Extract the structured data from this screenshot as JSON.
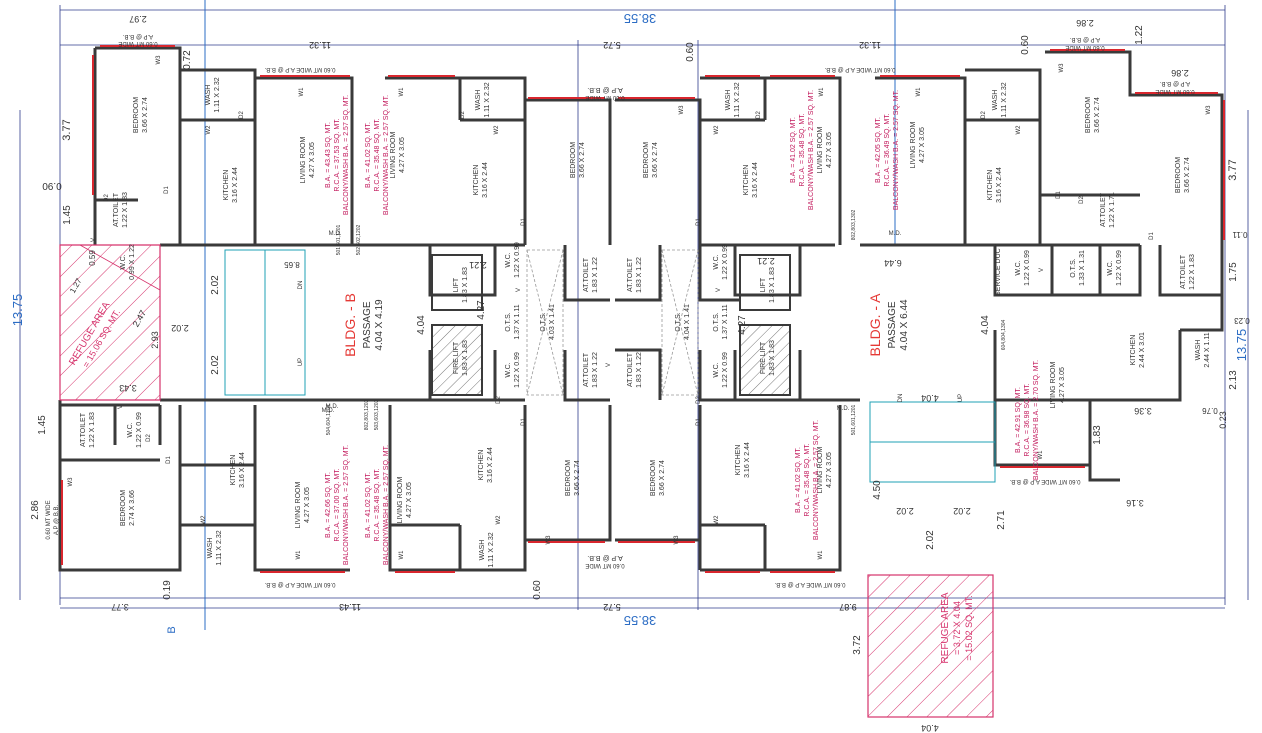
{
  "colors": {
    "wall": "#3a3a3a",
    "window_red": "#d9272e",
    "dim_line": "#2f3c8c",
    "area_magenta": "#c2185b",
    "refuge_pink": "#d6336c",
    "stair_cyan": "#1fa0b4",
    "bldg_red": "#e53935",
    "paper": "#ffffff",
    "blue_dim": "#2b6cc4"
  },
  "dimensions": {
    "overall_width": "38.55",
    "overall_depth": "13.75",
    "left_wing": "11.32",
    "right_wing": "11.32",
    "core": "5.72",
    "bottom_left": "11.43",
    "bottom_right": "9.87",
    "left_edge_top": "3.77",
    "left_edge_bottom": "3.77",
    "right_edge": "3.77",
    "top_left_balcony": "2.97",
    "top_right_balcony": "2.86",
    "right_balcony_2": "2.86",
    "gap_072": "0.72",
    "gap_060a": "0.60",
    "gap_060b": "0.60",
    "gap_060c": "0.60",
    "gap_019": "0.19",
    "gap_122": "1.22",
    "d_145a": "1.45",
    "d_145b": "1.45",
    "d_286": "2.86",
    "d_175": "1.75",
    "d_213": "2.13",
    "d_011": "0.11",
    "d_023": "0.23",
    "d_076": "0.76",
    "d_336": "3.36",
    "d_316": "3.16",
    "d_183": "1.83",
    "d_271": "2.71",
    "d_450": "4.50",
    "d_202a": "2.02",
    "d_202b": "2.02",
    "d_202c": "2.02",
    "d_202d": "2.02",
    "d_202e": "2.02",
    "d_202f": "2.02",
    "d_404a": "4.04",
    "d_404b": "4.04",
    "d_404c": "4.04",
    "d_404d": "4.04",
    "d_427a": "4.27",
    "d_427b": "4.27",
    "d_221a": "2.21",
    "d_221b": "2.21",
    "d_865": "8.65",
    "d_644": "6.44",
    "d_293": "2.93",
    "d_343": "3.43",
    "d_247": "2.47",
    "d_127": "1.27",
    "d_372": "3.72",
    "d_090": "0.90",
    "d_059": "0.59"
  },
  "rooms": {
    "bedroom_tl": {
      "name": "BEDROOM",
      "size": "3.66 X 2.74"
    },
    "bedroom_tl2": {
      "name": "BEDROOM",
      "size": "3.66 X 2.74"
    },
    "bedroom_tc": {
      "name": "BEDROOM",
      "size": "3.66 X 2.74"
    },
    "bedroom_tr1": {
      "name": "BEDROOM",
      "size": "3.66 X 2.74"
    },
    "bedroom_tr2": {
      "name": "BEDROOM",
      "size": "3.66 X 2.74"
    },
    "bedroom_bl": {
      "name": "BEDROOM",
      "size": "2.74 X 3.66"
    },
    "bedroom_bc1": {
      "name": "BEDROOM",
      "size": "3.66 X 2.74"
    },
    "bedroom_bc2": {
      "name": "BEDROOM",
      "size": "3.66 X 2.74"
    },
    "kitchen_1": {
      "name": "KITCHEN",
      "size": "3.16 X 2.44"
    },
    "kitchen_2": {
      "name": "KITCHEN",
      "size": "3.16 X 2.44"
    },
    "kitchen_3": {
      "name": "KITCHEN",
      "size": "3.16 X 2.44"
    },
    "kitchen_4": {
      "name": "KITCHEN",
      "size": "3.16 X 2.44"
    },
    "kitchen_5": {
      "name": "KITCHEN",
      "size": "3.16 X 2.44"
    },
    "kitchen_6": {
      "name": "KITCHEN",
      "size": "3.16 X 2.44"
    },
    "kitchen_7": {
      "name": "KITCHEN",
      "size": "3.16 X 2.44"
    },
    "kitchen_8": {
      "name": "KITCHEN",
      "size": "2.44 X 3.01"
    },
    "living_1": {
      "name": "LIVING ROOM",
      "size": "4.27 X 3.05"
    },
    "living_2": {
      "name": "LIVING ROOM",
      "size": "4.27 X 3.05"
    },
    "living_3": {
      "name": "LIVING ROOM",
      "size": "4.27 X 3.05"
    },
    "living_4": {
      "name": "LIVING ROOM",
      "size": "4.27 X 3.05"
    },
    "living_5": {
      "name": "LIVING ROOM",
      "size": "4.27 X 3.05"
    },
    "living_6": {
      "name": "LIVING ROOM",
      "size": "4.27 X 3.05"
    },
    "living_7": {
      "name": "LIVING ROOM",
      "size": "4.27 X 3.05"
    },
    "living_8": {
      "name": "LIVING ROOM",
      "size": "4.27 X 3.05"
    },
    "wash_1": {
      "name": "WASH",
      "size": "1.11 X 2.32"
    },
    "wash_2": {
      "name": "WASH",
      "size": "1.11 X 2.32"
    },
    "wash_3": {
      "name": "WASH",
      "size": "1.11 X 2.32"
    },
    "wash_4": {
      "name": "WASH",
      "size": "1.11 X 2.32"
    },
    "wash_5": {
      "name": "WASH",
      "size": "1.11 X 2.32"
    },
    "wash_6": {
      "name": "WASH",
      "size": "1.11 X 2.32"
    },
    "wash_7": {
      "name": "WASH",
      "size": "2.44 X 1.11"
    },
    "at_toilet_1": {
      "name": "AT.TOILET",
      "size": "1.22 X 1.83"
    },
    "at_toilet_2": {
      "name": "AT.TOILET",
      "size": "1.22 X 1.83"
    },
    "at_toilet_3": {
      "name": "AT.TOILET",
      "size": "1.83 X 1.22"
    },
    "at_toilet_4": {
      "name": "AT.TOILET",
      "size": "1.83 X 1.22"
    },
    "at_toilet_5": {
      "name": "AT.TOILET",
      "size": "1.22 X 1.71"
    },
    "at_toilet_6": {
      "name": "AT.TOILET",
      "size": "1.22 X 1.83"
    },
    "at_toilet_7": {
      "name": "AT.TOILET",
      "size": "1.83 X 1.22"
    },
    "at_toilet_8": {
      "name": "AT.TOILET",
      "size": "1.83 X 1.22"
    },
    "wc_1": {
      "name": "W.C.",
      "size": "0.99 X 1.22"
    },
    "wc_2": {
      "name": "W.C.",
      "size": "1.22 X 0.99"
    },
    "wc_3": {
      "name": "W.C.",
      "size": "1.22 X 0.99"
    },
    "wc_4": {
      "name": "W.C.",
      "size": "1.22 X 0.99"
    },
    "wc_5": {
      "name": "W.C.",
      "size": "1.22 X 0.99"
    },
    "wc_6": {
      "name": "W.C.",
      "size": "1.22 X 0.99"
    },
    "wc_7": {
      "name": "W.C.",
      "size": "1.22 X 0.99"
    },
    "wc_8": {
      "name": "W.C.",
      "size": "1.22 X 0.99"
    },
    "lift_b": {
      "name": "LIFT",
      "size": "1.83 X 1.83"
    },
    "fire_lift_b": {
      "name": "FIRE LIFT",
      "size": "1.83 X 1.83"
    },
    "lift_a": {
      "name": "LIFT",
      "size": "1.83 X 1.83"
    },
    "fire_lift_a": {
      "name": "FIRE LIFT",
      "size": "1.83 X 1.83"
    },
    "ots_1": {
      "name": "O.T.S.",
      "size": "1.37 X 1.11"
    },
    "ots_2": {
      "name": "O.T.S.",
      "size": "4.03 X 1.41"
    },
    "ots_3": {
      "name": "O.T.S.",
      "size": "4.04 X 1.41"
    },
    "ots_4": {
      "name": "O.T.S.",
      "size": "1.37 X 1.11"
    },
    "ots_5": {
      "name": "O.T.S.",
      "size": "1.37 X 1.11"
    },
    "ots_6": {
      "name": "O.T.S.",
      "size": "1.33 X 1.31"
    },
    "service_duct": {
      "name": "SERVICE DUCT"
    }
  },
  "buildings": {
    "b": {
      "title": "BLDG. - B",
      "passage": "PASSAGE",
      "passage_size": "4.04 X 4.19"
    },
    "a": {
      "title": "BLDG. - A",
      "passage": "PASSAGE",
      "passage_size": "4.04 X 6.44"
    }
  },
  "refuge": {
    "left": {
      "title": "REFUGE AREA",
      "area": "= 15.06 SQ. MT."
    },
    "bottom": {
      "title": "REFUGE AREA",
      "size": "= 3.72 X 4.04",
      "area": "= 15.02 SQ. MT."
    }
  },
  "areas": {
    "u1": {
      "ba": "B.A. = 43.43 SQ. MT.",
      "rca": "R.C.A. = 37.53 SQ. MT.",
      "bal": "BALCONY/WASH B.A. = 2.57 SQ. MT.",
      "unit": "501,601,1201"
    },
    "u2": {
      "ba": "B.A. = 41.02 SQ. MT.",
      "rca": "R.C.A. = 35.48 SQ. MT.",
      "bal": "BALCONY/WASH B.A. = 2.57 SQ. MT.",
      "unit": "502,602,1202"
    },
    "u3": {
      "ba": "B.A. = 41.02 SQ. MT.",
      "rca": "R.C.A. = 35.48 SQ. MT.",
      "bal": "BALCONY/WASH B.A. = 2.57 SQ. MT.",
      "unit": "802,803,1203"
    },
    "u4": {
      "ba": "B.A. = 42.05 SQ. MT.",
      "rca": "R.C.A. = 36.49 SQ. MT.",
      "bal": "BALCONY/WASH B.A. = 2.57 SQ. MT.",
      "unit": "802,803,1302"
    },
    "u5": {
      "ba": "B.A. = 42.66 SQ. MT.",
      "rca": "R.C.A. = 37.00 SQ. MT.",
      "bal": "BALCONY/WASH B.A. = 2.57 SQ. MT.",
      "unit": "504,604,1204"
    },
    "u6": {
      "ba": "B.A. = 41.02 SQ. MT.",
      "rca": "R.C.A. = 35.48 SQ. MT.",
      "bal": "BALCONY/WASH B.A. = 2.57 SQ. MT.",
      "unit": "503,603,1203"
    },
    "u7": {
      "ba": "B.A. = 41.02 SQ. MT.",
      "rca": "R.C.A. = 35.48 SQ. MT.",
      "bal": "BALCONY/WASH B.A. = 2.57 SQ. MT.",
      "unit": "501,601,1201"
    },
    "u8": {
      "ba": "B.A. = 42.91 SQ. MT.",
      "rca": "R.C.A. = 36.98 SQ. MT.",
      "bal": "BALCONY/WASH B.A. = 2.70 SQ. MT.",
      "unit": "604,804,1304"
    }
  },
  "labels": {
    "ap_top_left": "0.60 MT WIDE A.P @ B.B.",
    "ap_top_core": "A.P @ B.B.",
    "ap_top_core2": "0.60 MT WIDE",
    "ap_top_right": "0.60 MT WIDE A.P @ B.B.",
    "ap_tl_bal": "0.60 MT WIDE",
    "ap_tl_bal2": "A.P @ B.B.",
    "ap_tr_bal": "0.60 MT WIDE",
    "ap_tr_bal2": "A.P @ B.B.",
    "ap_r_bal": "A.P @ B.B.",
    "ap_r_bal2": "0.60 MT WIDE",
    "ap_bot_left": "0.60 MT WIDE A.P @ B.B.",
    "ap_bot_core": "A.P @ B.B.",
    "ap_bot_core2": "0.60 MT WIDE",
    "ap_bot_right": "0.60 MT WIDE A.P @ B.B.",
    "ap_bot_ra": "0.60 MT WIDE A.P @ B.B.",
    "ap_left_side": "0.60 MT WIDE",
    "ap_left_side2": "A.P @ B.B.",
    "section_b": "B",
    "up": "UP",
    "dn": "DN",
    "up2": "UP",
    "dn2": "DN",
    "md": "M.D.",
    "w1": "W1",
    "w2": "W2",
    "w3": "W3",
    "d1": "D1",
    "d2": "D2",
    "v": "V"
  }
}
